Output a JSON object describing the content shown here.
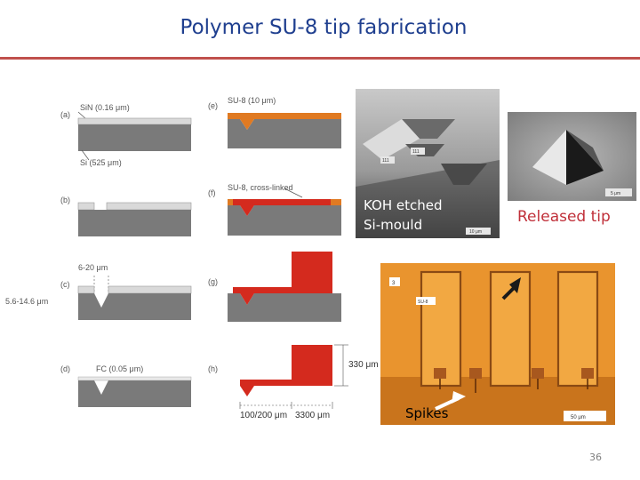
{
  "slide": {
    "title": "Polymer SU-8 tip fabrication",
    "page_number": "36"
  },
  "diagram": {
    "step_a": "(a)",
    "step_b": "(b)",
    "step_c": "(c)",
    "step_d": "(d)",
    "step_e": "(e)",
    "step_f": "(f)",
    "step_g": "(g)",
    "step_h": "(h)",
    "sin_label": "SiN (0.16 μm)",
    "si_label": "Si (525 μm)",
    "width_label": "6-20 μm",
    "depth_label": "5.6-14.6 μm",
    "fc_label": "FC (0.05 μm)",
    "su8_label": "SU-8 (10 μm)",
    "su8_crosslinked_label": "SU-8, cross-linked",
    "height_label": "330 μm",
    "lengths_label": "100/200 μm",
    "length2_label": "3300 μm"
  },
  "sem_mould": {
    "caption_line1": "KOH etched",
    "caption_line2": "Si-mould",
    "tag1": "111",
    "tag2": "111",
    "scale": "10 μm"
  },
  "sem_tip": {
    "caption": "Released tip",
    "scale": "5 μm"
  },
  "optical": {
    "caption": "Spikes",
    "tag": "3",
    "su8_tag": "SU-8",
    "scale": "50 μm"
  },
  "colors": {
    "title": "#1f3f8f",
    "accent_rule": "#c0504d",
    "su8_orange": "#e07a22",
    "su8_red": "#d42a1e",
    "silicon_grey": "#7a7a7a"
  }
}
